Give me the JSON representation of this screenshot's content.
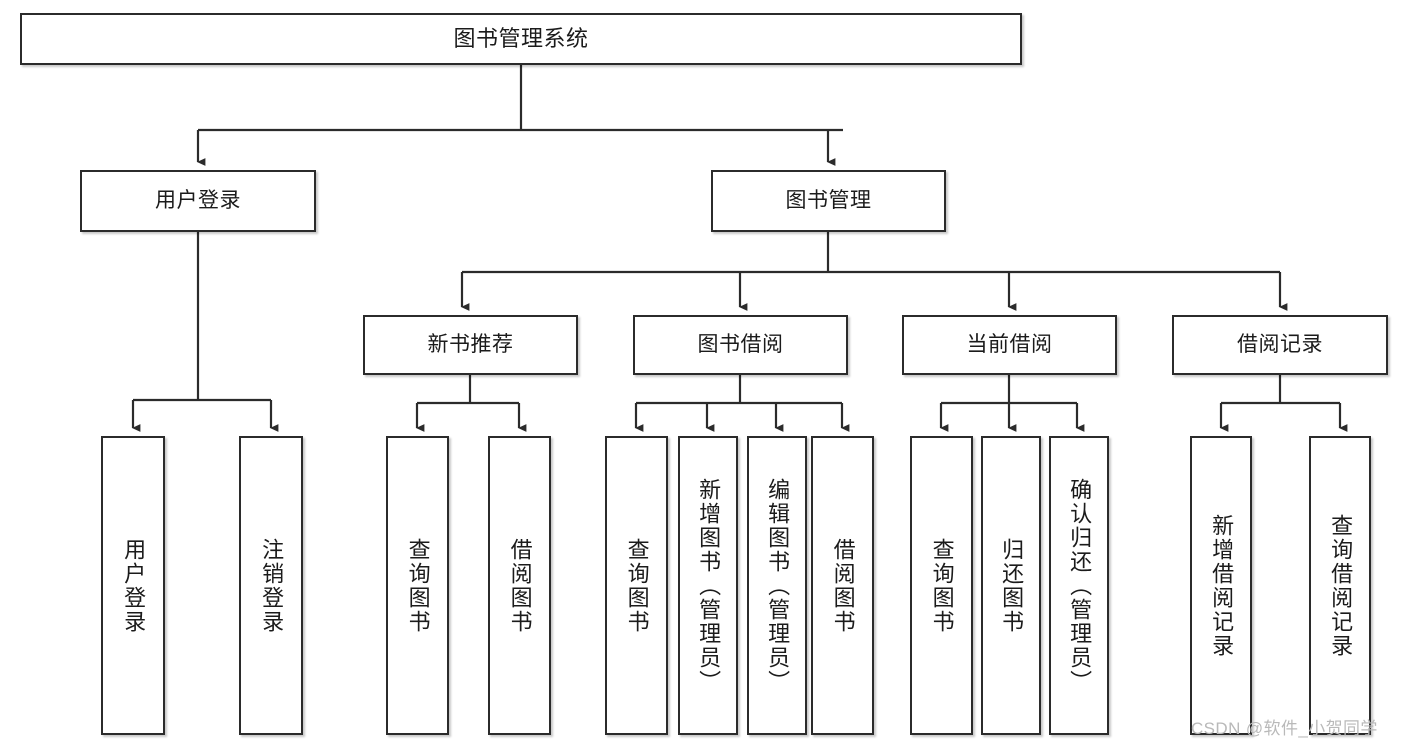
{
  "diagram": {
    "type": "hierarchy-tree",
    "title": "图书管理系统",
    "watermark": "CSDN @软件_小贺同学",
    "colors": {
      "border": "#2b2b2b",
      "fill": "#ffffff",
      "text": "#1b1b1b",
      "edge": "#2b2b2b",
      "watermark": "#b9b9b9"
    },
    "nodes": {
      "root": {
        "label": "图书管理系统"
      },
      "level2": [
        {
          "id": "user-login",
          "label": "用户登录"
        },
        {
          "id": "book-manage",
          "label": "图书管理"
        }
      ],
      "level3": [
        {
          "id": "new-book-recommend",
          "label": "新书推荐"
        },
        {
          "id": "book-borrow",
          "label": "图书借阅"
        },
        {
          "id": "current-borrow",
          "label": "当前借阅"
        },
        {
          "id": "borrow-record",
          "label": "借阅记录"
        }
      ],
      "leaves": [
        {
          "id": "leaf-user-login",
          "label": "用户登录",
          "parent": "user-login"
        },
        {
          "id": "leaf-logout-login",
          "label": "注销登录",
          "parent": "user-login"
        },
        {
          "id": "leaf-query-book-1",
          "label": "查询图书",
          "parent": "new-book-recommend"
        },
        {
          "id": "leaf-borrow-book-1",
          "label": "借阅图书",
          "parent": "new-book-recommend"
        },
        {
          "id": "leaf-query-book-2",
          "label": "查询图书",
          "parent": "book-borrow"
        },
        {
          "id": "leaf-add-book",
          "label": "新增图书（管理员）",
          "parent": "book-borrow"
        },
        {
          "id": "leaf-edit-book",
          "label": "编辑图书（管理员）",
          "parent": "book-borrow"
        },
        {
          "id": "leaf-borrow-book-2",
          "label": "借阅图书",
          "parent": "book-borrow"
        },
        {
          "id": "leaf-query-book-3",
          "label": "查询图书",
          "parent": "current-borrow"
        },
        {
          "id": "leaf-return-book",
          "label": "归还图书",
          "parent": "current-borrow"
        },
        {
          "id": "leaf-confirm-return",
          "label": "确认归还（管理员）",
          "parent": "current-borrow"
        },
        {
          "id": "leaf-add-record",
          "label": "新增借阅记录",
          "parent": "borrow-record"
        },
        {
          "id": "leaf-query-record",
          "label": "查询借阅记录",
          "parent": "borrow-record"
        }
      ]
    }
  }
}
